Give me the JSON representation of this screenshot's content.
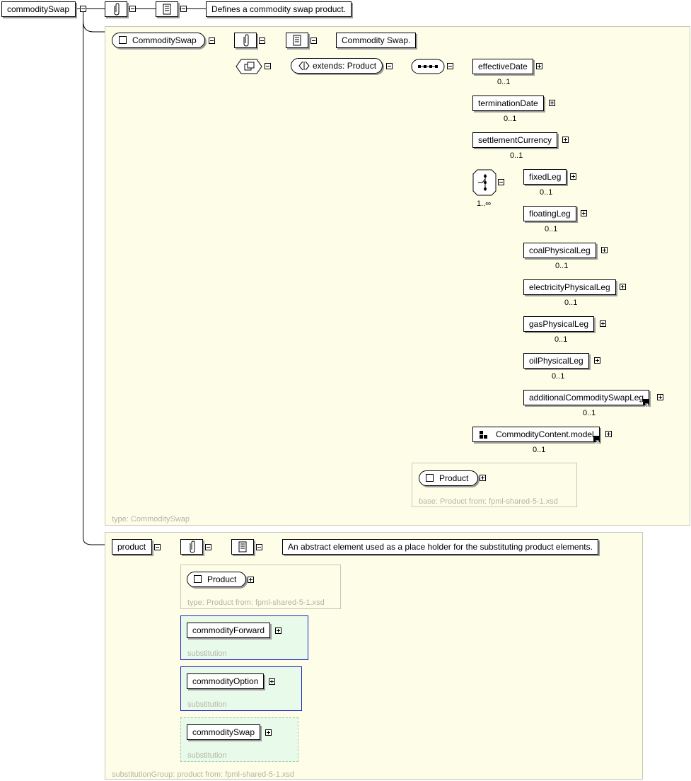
{
  "root": {
    "name": "commoditySwap",
    "doc": "Defines a commodity swap product."
  },
  "type_panel": {
    "type_name": "CommoditySwap",
    "doc": "Commodity Swap.",
    "extends": "extends: Product",
    "footer": "type: CommoditySwap",
    "sequence": [
      {
        "name": "effectiveDate",
        "occ": "0..1"
      },
      {
        "name": "terminationDate",
        "occ": "0..1"
      },
      {
        "name": "settlementCurrency",
        "occ": "0..1"
      }
    ],
    "choice": {
      "occ": "1..∞",
      "items": [
        {
          "name": "fixedLeg",
          "occ": "0..1"
        },
        {
          "name": "floatingLeg",
          "occ": "0..1"
        },
        {
          "name": "coalPhysicalLeg",
          "occ": "0..1"
        },
        {
          "name": "electricityPhysicalLeg",
          "occ": "0..1"
        },
        {
          "name": "gasPhysicalLeg",
          "occ": "0..1"
        },
        {
          "name": "oilPhysicalLeg",
          "occ": "0..1"
        },
        {
          "name": "additionalCommoditySwapLeg",
          "occ": "0..1"
        }
      ]
    },
    "group": {
      "name": "CommodityContent.model",
      "occ": "0..1"
    },
    "base": {
      "name": "Product",
      "label": "base: Product from: fpml-shared-5-1.xsd"
    }
  },
  "product_panel": {
    "name": "product",
    "doc": "An abstract element used as a place holder for the substituting product elements.",
    "type": {
      "name": "Product",
      "label": "type: Product from: fpml-shared-5-1.xsd"
    },
    "substitutions": [
      {
        "name": "commodityForward",
        "label": "substitution"
      },
      {
        "name": "commodityOption",
        "label": "substitution"
      },
      {
        "name": "commoditySwap",
        "label": "substitution"
      }
    ],
    "footer": "substitutionGroup: product from: fpml-shared-5-1.xsd"
  }
}
